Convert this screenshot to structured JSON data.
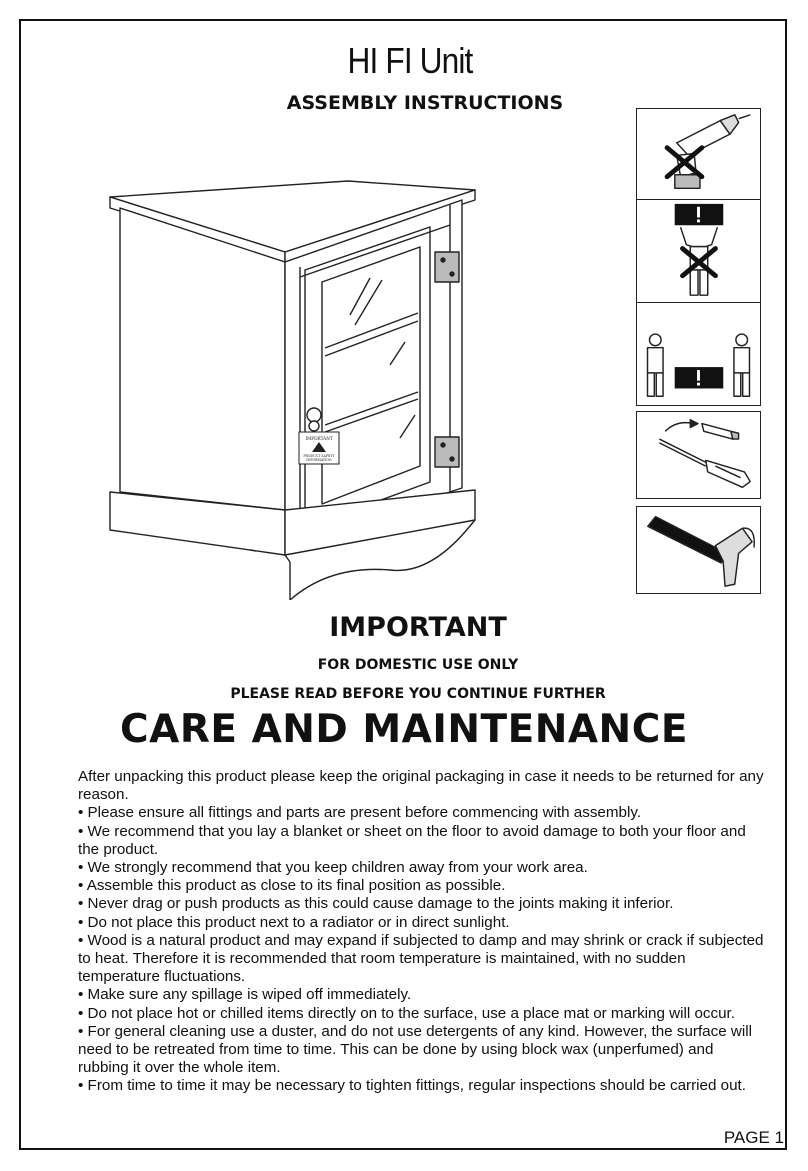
{
  "header": {
    "title": "HI FI Unit",
    "subtitle": "ASSEMBLY INSTRUCTIONS"
  },
  "illustration": {
    "label_line1": "IMPORTANT",
    "label_line2": "PRODUCT SAFETY",
    "label_line3": "INFORMATION"
  },
  "icons": [
    "no-power-drill-icon",
    "do-not-lift-alone-icon",
    "two-person-lift-icon",
    "screwdriver-icon",
    "hammer-icon"
  ],
  "notice": {
    "heading": "IMPORTANT",
    "line1": "FOR DOMESTIC USE ONLY",
    "line2": "PLEASE READ BEFORE YOU CONTINUE FURTHER"
  },
  "care": {
    "heading": "CARE AND MAINTENANCE",
    "intro": "After unpacking this product please keep the original packaging in case it needs to be returned for any reason.",
    "bullets": [
      "• Please ensure all fittings and parts are present before commencing with assembly.",
      "• We recommend that you lay a blanket or sheet on the floor to avoid damage to both your floor and the product.",
      "• We strongly recommend that you keep children away from your work area.",
      "• Assemble this product as close to its final position as possible.",
      "• Never drag or push products as this could cause damage to the joints making it inferior.",
      "• Do not place this product next to a radiator or in direct sunlight.",
      "• Wood is a natural product and may expand if subjected to damp and may shrink or crack if subjected to heat. Therefore it is recommended that room temperature is maintained, with no sudden temperature fluctuations.",
      "• Make sure any spillage is wiped off immediately.",
      "• Do not place hot or chilled items directly on to the surface, use a place mat or marking will occur.",
      "• For general cleaning use a duster, and do not use detergents of any kind. However, the surface will need to be retreated from time to time. This can be done by using block wax (unperfumed) and rubbing it over the whole item.",
      "• From time to time it may be necessary to tighten fittings, regular inspections should be carried out."
    ]
  },
  "footer": {
    "page": "PAGE 1"
  }
}
